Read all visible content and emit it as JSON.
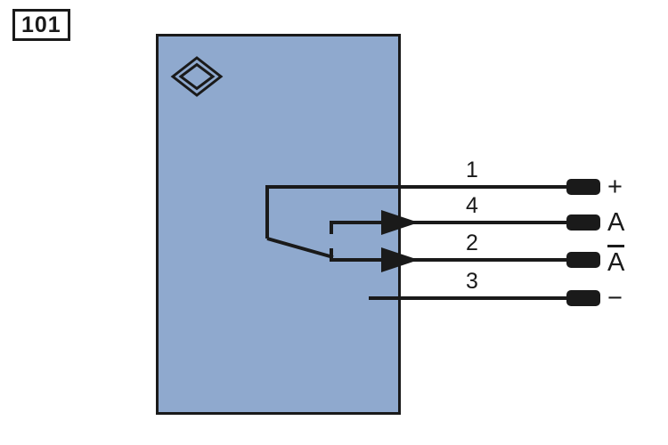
{
  "figure": {
    "id": "101"
  },
  "device": {
    "symbol": "proximity-sensor-diamond-icon",
    "fill": "#8FA9CE"
  },
  "terminals": [
    {
      "pin": "1",
      "signal": "+",
      "overline": false
    },
    {
      "pin": "4",
      "signal": "A",
      "overline": false
    },
    {
      "pin": "2",
      "signal": "A",
      "overline": true
    },
    {
      "pin": "3",
      "signal": "−",
      "overline": false
    }
  ],
  "colors": {
    "line": "#1a1a1a",
    "terminal_fill": "#1a1a1a",
    "device_fill": "#8FA9CE",
    "background": "#ffffff"
  }
}
